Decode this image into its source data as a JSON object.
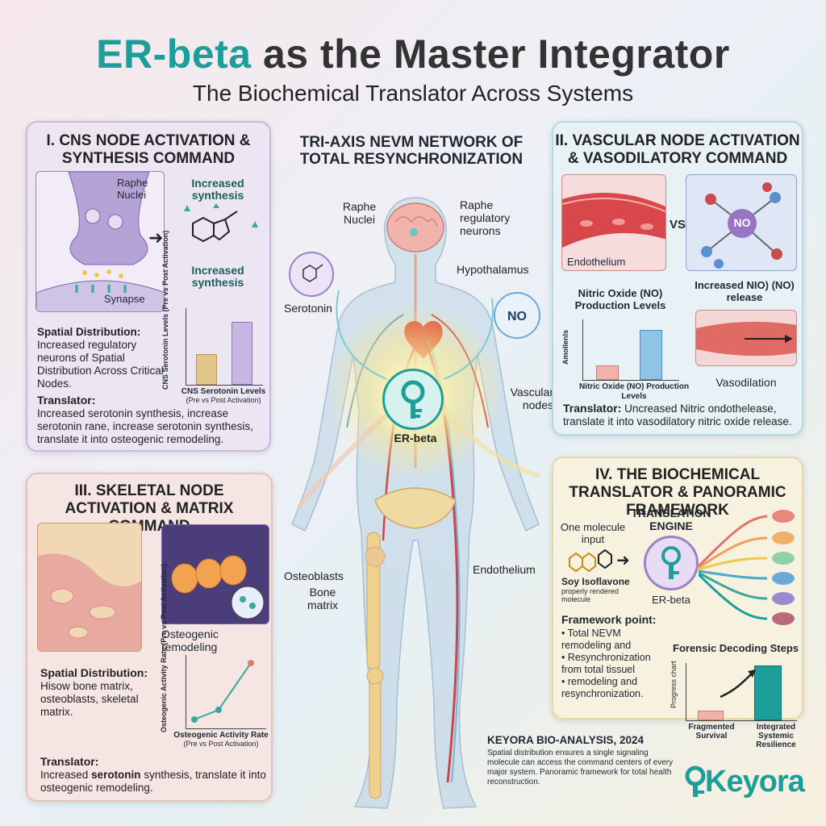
{
  "header": {
    "title_accent": "ER-beta",
    "title_rest": " as the Master Integrator",
    "subtitle": "The Biochemical Translator Across Systems"
  },
  "center": {
    "network_title": "TRI-AXIS NEVM NETWORK OF TOTAL RESYNCHRONIZATION",
    "labels": {
      "raphe_nuclei": "Raphe Nuclei",
      "raphe_regulatory": "Raphe regulatory neurons",
      "hypothalamus": "Hypothalamus",
      "serotonin": "Serotonin",
      "no": "NO",
      "vascular_nodes": "Vascular nodes",
      "er_beta": "ER-beta",
      "osteoblasts": "Osteoblasts",
      "bone_matrix": "Bone matrix",
      "endothelium": "Endothelium"
    }
  },
  "panel_cns": {
    "title": "I. CNS NODE ACTIVATION & SYNTHESIS COMMAND",
    "raphe_nuclei": "Raphe Nuclei",
    "increased_synthesis_1": "Increased synthesis",
    "increased_synthesis_2": "Increased synthesis",
    "synapse": "Synapse",
    "spatial_label": "Spatial Distribution:",
    "spatial_text": "Increased regulatory neurons of Spatial Distribution Across Critical Nodes.",
    "chart_ylabel_1": "CNS Serotonin Levels",
    "chart_ylabel_2": "(Pre vs Post Activation)",
    "chart_xlabel": "CNS Serotonin Levels",
    "chart_xsub": "(Pre vs Post Activation)",
    "translator_label": "Translator:",
    "translator_text": "Increased serotonin synthesis, increase serotonin rane, increase serotonin synthesis, translate it into osteogenic remodeling."
  },
  "panel_vascular": {
    "title": "II. VASCULAR NODE ACTIVATION & VASODILATORY COMMAND",
    "endothelium": "Endothelium",
    "vs": "VS.",
    "no": "NO",
    "no_levels_label": "Nitric Oxide (NO) Production Levels",
    "increased_no": "Increased NIO) (NO) release",
    "chart_ylabel": "Amollenls",
    "chart_xlabel": "Nitric Oxide (NO) Production Levels",
    "vasodilation": "Vasodilation",
    "translator_label": "Translator:",
    "translator_text": "Uncreased Nitric ondothelease, translate it into vasodilatory nitric oxide release."
  },
  "panel_skeletal": {
    "title": "III. SKELETAL NODE ACTIVATION & MATRIX COMMAND",
    "osteogenic_remodeling": "Osteogenic remodeling",
    "spatial_label": "Spatial Distribution:",
    "spatial_text": "Hisow bone matrix, osteoblasts, skeletal matrix.",
    "chart_ylabel_1": "Osteogenic Activity Rate",
    "chart_ylabel_2": "(Pre vs Post Activation)",
    "chart_xlabel": "Osteogenic Activity Rate",
    "chart_xsub": "(Pre vs Post Activation)",
    "translator_label": "Translator:",
    "translator_pre": "Increased ",
    "translator_bold": "serotonin",
    "translator_post": " synthesis, translate it into osteogenic remodeling."
  },
  "panel_translator": {
    "title": "IV. THE BIOCHEMICAL TRANSLATOR & PANORAMIC FRAMEWORK",
    "engine_label": "TRANSLATION ENGINE",
    "one_molecule": "One molecule input",
    "soy": "Soy Isoflavone",
    "soy_sub": "properly rendered molecule",
    "er_beta": "ER-beta",
    "framework_label": "Framework point:",
    "bullets": [
      "Total NEVM remodeling and",
      "Resynchronization from total tissuel",
      "remodeling and resynchronization."
    ],
    "forensic_title": "Forensic Decoding Steps",
    "progress_label": "Progress chart",
    "bar1_label": "Fragmented Survival",
    "bar2_label": "Integrated Systemic Resilience"
  },
  "footer": {
    "keyora_title": "KEYORA BIO-ANALYSIS, 2024",
    "keyora_text": "Spatial distribution ensures a single signaling molecule can access the command centers of every major system. Panoramic framework for total health reconstruction.",
    "logo_text": "Keyora"
  },
  "colors": {
    "teal": "#1d9e9a",
    "purple": "#9a82c4",
    "vascular_blue": "#6aa8d8",
    "bone": "#e9c98f",
    "vessel_red": "#c9474a"
  }
}
